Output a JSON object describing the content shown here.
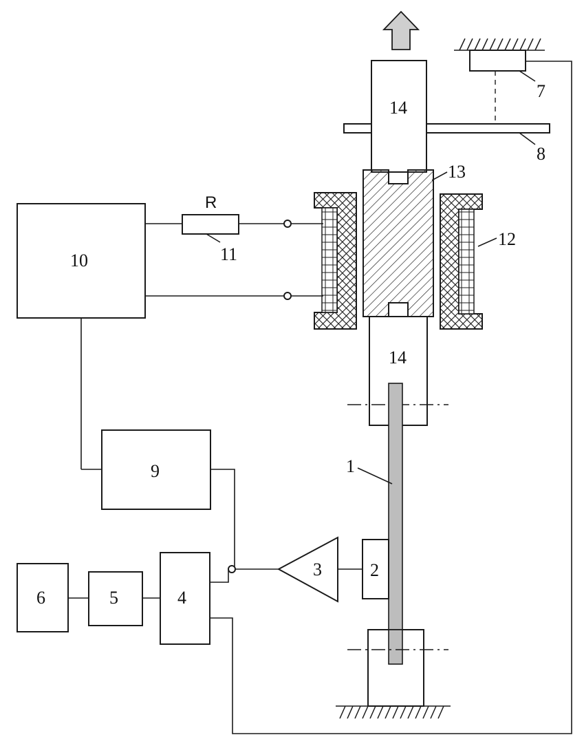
{
  "diagram": {
    "labels": {
      "n1": "1",
      "n2": "2",
      "n3": "3",
      "n4": "4",
      "n5": "5",
      "n6": "6",
      "n7": "7",
      "n8": "8",
      "n9": "9",
      "n10": "10",
      "n11": "11",
      "n12": "12",
      "n13": "13",
      "n14_top": "14",
      "n14_bottom": "14",
      "resistor": "R"
    },
    "colors": {
      "line": "#1a1a1a",
      "rod_fill": "#bdbdbd",
      "arrow_fill": "#cfcfcf",
      "background": "#ffffff"
    },
    "icons": {
      "output_arrow": "up-arrow-icon",
      "amplifier": "triangle-amplifier-icon",
      "ground": "hatched-ground-icon",
      "junction": "open-circle-terminal-icon"
    }
  }
}
